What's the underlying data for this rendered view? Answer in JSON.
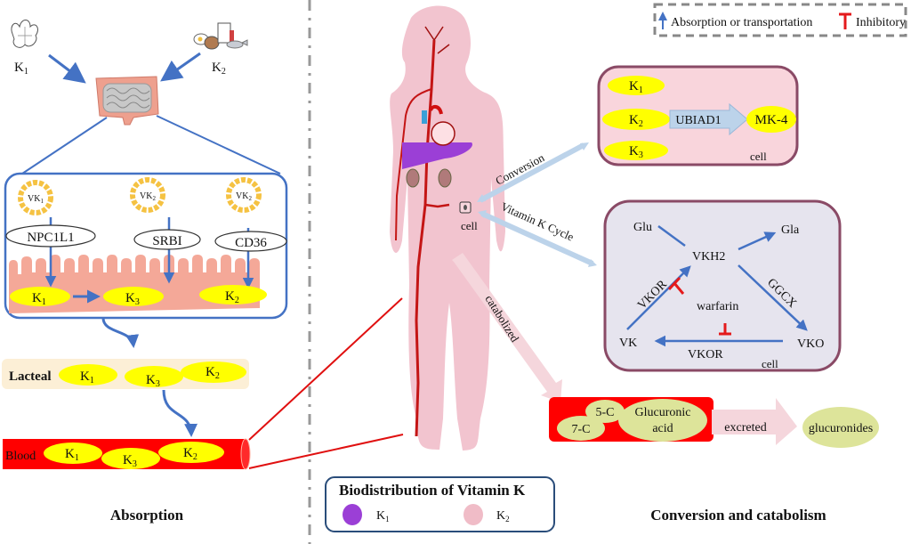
{
  "colors": {
    "arrow_blue": "#4472c4",
    "inhibit_red": "#e41a1c",
    "vk_yellow": "#ffff00",
    "micelle_gold": "#f5c242",
    "villi_pink": "#f4a898",
    "lacteal_cream": "#fcefd6",
    "blood_red": "#ff0000",
    "body_pink": "#f2c4cf",
    "k1_purple": "#9b3fd6",
    "k2_pink": "#f0bcc7",
    "cell_pink": "#f9d5dc",
    "cell_grey": "#e6e4ee",
    "cell_border": "#8a4a66",
    "glucuronide_green": "#dde49a",
    "light_arrow": "#bcd3ea",
    "catabolized_arrow": "#f5d6dc"
  },
  "legend": {
    "absorption_label": "Absorption or transportation",
    "inhibitory_label": "Inhibitory"
  },
  "absorption": {
    "title": "Absorption",
    "sources": [
      {
        "label": "K",
        "sub": "1",
        "icon": "leafy-vegetable-icon"
      },
      {
        "label": "K",
        "sub": "2",
        "icon": "animal-food-icon"
      }
    ],
    "intestine_icon": "intestine-icon",
    "micelles": [
      {
        "label": "VK",
        "sub": "1",
        "transporter": "NPC1L1"
      },
      {
        "label": "VK",
        "sub": "2",
        "transporter": "SRBI"
      },
      {
        "label": "VK",
        "sub": "2",
        "transporter": "CD36"
      }
    ],
    "enterocyte_pools": [
      {
        "label": "K",
        "sub": "1"
      },
      {
        "label": "K",
        "sub": "3"
      },
      {
        "label": "K",
        "sub": "2"
      }
    ],
    "lacteal": {
      "label": "Lacteal",
      "contents": [
        {
          "label": "K",
          "sub": "1"
        },
        {
          "label": "K",
          "sub": "3"
        },
        {
          "label": "K",
          "sub": "2"
        }
      ]
    },
    "blood": {
      "label": "Blood",
      "contents": [
        {
          "label": "K",
          "sub": "1"
        },
        {
          "label": "K",
          "sub": "3"
        },
        {
          "label": "K",
          "sub": "2"
        }
      ]
    }
  },
  "biodistribution": {
    "title": "Biodistribution of Vitamin K",
    "items": [
      {
        "label": "K",
        "sub": "1",
        "color": "#9b3fd6"
      },
      {
        "label": "K",
        "sub": "2",
        "color": "#f0bcc7"
      }
    ],
    "cell_label": "cell"
  },
  "conversion": {
    "title": "Conversion and catabolism",
    "conversion_arrow_label": "Conversion",
    "cycle_arrow_label": "Vitamin K Cycle",
    "catabolized_label": "catabolized",
    "conversion_cell": {
      "inputs": [
        {
          "label": "K",
          "sub": "1"
        },
        {
          "label": "K",
          "sub": "2"
        },
        {
          "label": "K",
          "sub": "3"
        }
      ],
      "enzyme": "UBIAD1",
      "product": "MK-4",
      "cell_label": "cell"
    },
    "cycle_cell": {
      "glu": "Glu",
      "gla": "Gla",
      "vkh2": "VKH2",
      "vk": "VK",
      "vko": "VKO",
      "vkor_left": "VKOR",
      "vkor_bottom": "VKOR",
      "ggcx": "GGCX",
      "inhibitor": "warfarin",
      "cell_label": "cell"
    },
    "catabolism": {
      "c5": "5-C",
      "c7": "7-C",
      "glucuronic_line1": "Glucuronic",
      "glucuronic_line2": "acid",
      "excreted": "excreted",
      "product": "glucuronides"
    }
  }
}
